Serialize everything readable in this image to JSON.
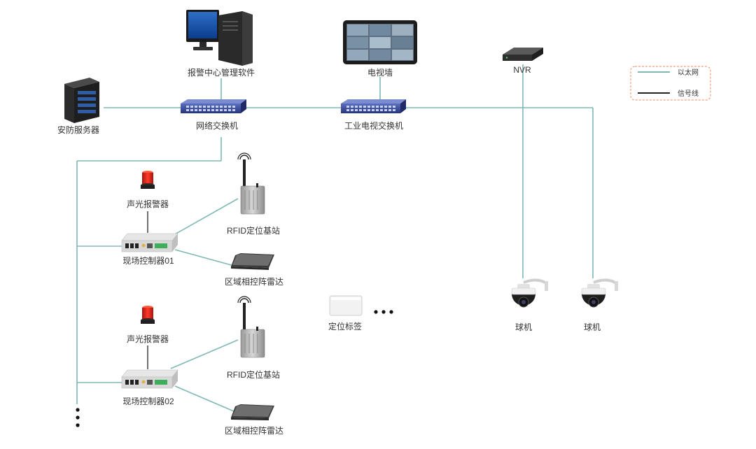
{
  "nodes": {
    "alarm_center_software": "报警中心管理软件",
    "video_wall": "电视墙",
    "nvr": "NVR",
    "security_server": "安防服务器",
    "network_switch": "网络交换机",
    "industrial_tv_switch": "工业电视交换机",
    "alarm_1": "声光报警器",
    "alarm_2": "声光报警器",
    "rfid_station_1": "RFID定位基站",
    "rfid_station_2": "RFID定位基站",
    "controller_1": "现场控制器01",
    "controller_2": "现场控制器02",
    "radar_1": "区域相控阵雷达",
    "radar_2": "区域相控阵雷达",
    "location_tag": "定位标签",
    "dome_camera_1": "球机",
    "dome_camera_2": "球机"
  },
  "legend": {
    "ethernet": "以太网",
    "signal": "信号线",
    "ethernet_color": "#7fb8b5",
    "signal_color": "#333333",
    "border_color": "#f0a080"
  },
  "colors": {
    "line": "#7fb8b5",
    "switch_blue": "#3a4fa0",
    "alarm_red": "#d8241c"
  }
}
